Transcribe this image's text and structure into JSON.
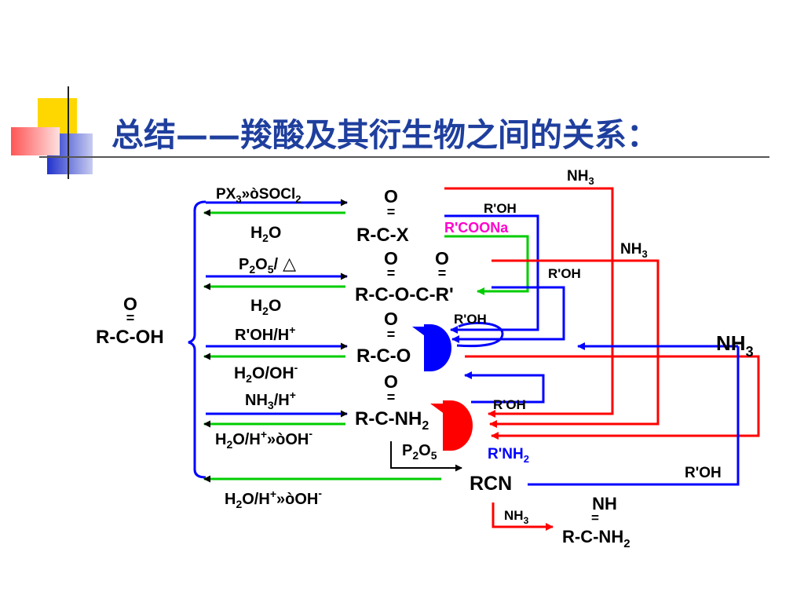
{
  "title": "总结——羧酸及其衍生物之间的关系：",
  "colors": {
    "red": "#ff0000",
    "blue": "#0000ff",
    "green": "#00cc00",
    "magenta": "#ff00cc",
    "title": "#1f3f9e"
  },
  "compounds": {
    "acid": {
      "o": "O",
      "eq": "=",
      "formula": "R-C-OH"
    },
    "acyl_halide": {
      "o": "O",
      "eq": "=",
      "formula": "R-C-X"
    },
    "anhydride": {
      "o1": "O",
      "o2": "O",
      "eq": "=",
      "formula": "R-C-O-C-R'"
    },
    "ester": {
      "o": "O",
      "eq": "=",
      "formula": "R-C-O"
    },
    "amide": {
      "o": "O",
      "eq": "=",
      "formula": "R-C-NH",
      "sub": "2"
    },
    "nitrile": {
      "formula": "RCN"
    },
    "amidine": {
      "top": "NH",
      "eq": "=",
      "formula": "R-C-NH",
      "sub": "2"
    }
  },
  "reagents": {
    "px3": {
      "a": "PX",
      "a_sub": "3",
      "b": "»òSOCl",
      "b_sub": "2"
    },
    "h2o_1": {
      "a": "H",
      "a_sub": "2",
      "b": "O"
    },
    "p2o5_heat": {
      "a": "P",
      "a_sub": "2",
      "b": "O",
      "b_sub": "5",
      "c": "/",
      "d": "△"
    },
    "h2o_2": {
      "a": "H",
      "a_sub": "2",
      "b": "O"
    },
    "roh_h": {
      "a": "R'OH/H",
      "a_sup": "+"
    },
    "h2o_oh": {
      "a": "H",
      "a_sub": "2",
      "b": "O/OH",
      "b_sup": "-"
    },
    "nh3_h": {
      "a": "NH",
      "a_sub": "3",
      "b": "/H",
      "b_sup": "+"
    },
    "h2o_h_oh_1": {
      "a": "H",
      "a_sub": "2",
      "b": "O/H",
      "b_sup": "+",
      "c": "»òOH",
      "c_sup": "-"
    },
    "p2o5": {
      "a": "P",
      "a_sub": "2",
      "b": "O",
      "b_sub": "5"
    },
    "h2o_h_oh_2": {
      "a": "H",
      "a_sub": "2",
      "b": "O/H",
      "b_sup": "+",
      "c": "»òOH",
      "c_sup": "-"
    },
    "nh3_top": {
      "a": "NH",
      "a_sub": "3"
    },
    "roh_1": "R'OH",
    "rcoona": "R'COONa",
    "nh3_mid": {
      "a": "NH",
      "a_sub": "3"
    },
    "roh_2": "R'OH",
    "roh_3": "R'OH",
    "nh3_big": {
      "a": "NH",
      "a_sub": "3"
    },
    "roh_4": "R'OH",
    "rnh2": {
      "a": "R'NH",
      "a_sub": "2"
    },
    "roh_5": "R'OH",
    "nh3_bottom": {
      "a": "NH",
      "a_sub": "3"
    }
  }
}
